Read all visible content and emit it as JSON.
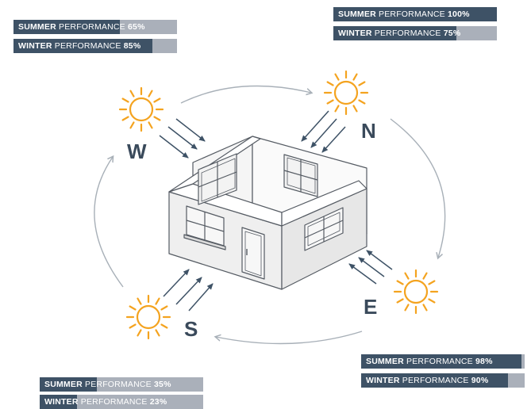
{
  "colors": {
    "bar_fill": "#3e5266",
    "bar_track": "#aab0ba",
    "sun": "#f4a31f",
    "arrow": "#3e5266",
    "cycle": "#a8b0b8",
    "house_stroke": "#555b63"
  },
  "directions": {
    "west": "W",
    "north": "N",
    "east": "E",
    "south": "S"
  },
  "performance": {
    "west": {
      "summer": {
        "season": "SUMMER",
        "label": "PERFORMANCE",
        "value": "65%",
        "level": 0.65
      },
      "winter": {
        "season": "WINTER",
        "label": "PERFORMANCE",
        "value": "85%",
        "level": 0.85
      }
    },
    "north": {
      "summer": {
        "season": "SUMMER",
        "label": "PERFORMANCE",
        "value": "100%",
        "level": 1.0
      },
      "winter": {
        "season": "WINTER",
        "label": "PERFORMANCE",
        "value": "75%",
        "level": 0.75
      }
    },
    "east": {
      "summer": {
        "season": "SUMMER",
        "label": "PERFORMANCE",
        "value": "98%",
        "level": 0.98
      },
      "winter": {
        "season": "WINTER",
        "label": "PERFORMANCE",
        "value": "90%",
        "level": 0.9
      }
    },
    "south": {
      "summer": {
        "season": "SUMMER",
        "label": "PERFORMANCE",
        "value": "35%",
        "level": 0.35
      },
      "winter": {
        "season": "WINTER",
        "label": "PERFORMANCE",
        "value": "23%",
        "level": 0.23
      }
    }
  },
  "icons": [
    "sun-icon",
    "house-illustration",
    "sunlight-arrows-icon",
    "cycle-arrow-icon"
  ]
}
